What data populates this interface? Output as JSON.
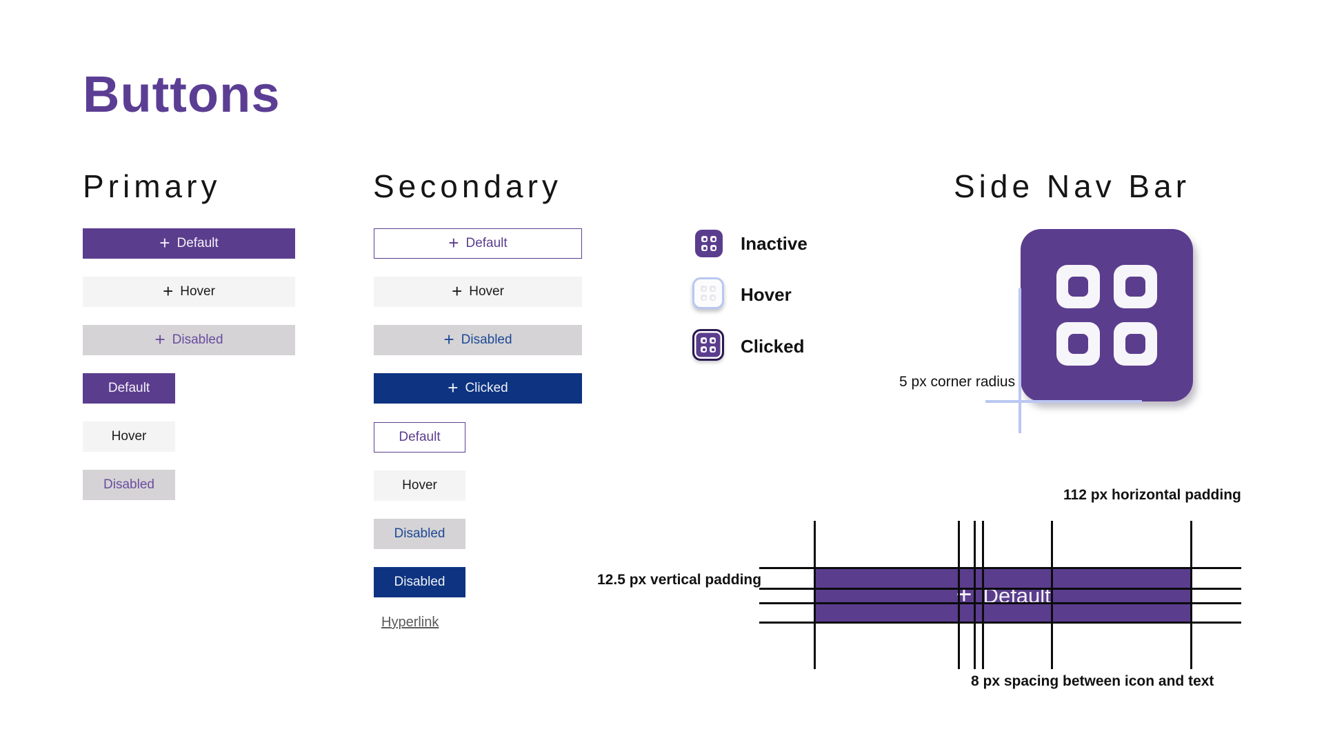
{
  "title": "Buttons",
  "icons": {
    "plus": "+"
  },
  "colors": {
    "title_purple": "#5B3E94",
    "button_purple": "#5B3D8E",
    "navy": "#0D3381",
    "hover_bg": "#F4F4F4",
    "disabled_bg": "#D5D3D5",
    "disabled_purple_text": "#6A4C9F",
    "disabled_navy_text": "#1D4996",
    "guide_blue": "#BAC7F2",
    "hyperlink_gray": "#5A5A5A"
  },
  "primary": {
    "heading": "Primary",
    "buttons": [
      {
        "label": "Default",
        "variant": "purple",
        "size": "large",
        "has_icon": true
      },
      {
        "label": "Hover",
        "variant": "hover",
        "size": "large",
        "has_icon": true
      },
      {
        "label": "Disabled",
        "variant": "disabled-purple",
        "size": "large",
        "has_icon": true
      },
      {
        "label": "Default",
        "variant": "purple",
        "size": "small",
        "has_icon": false
      },
      {
        "label": "Hover",
        "variant": "hover",
        "size": "small",
        "has_icon": false
      },
      {
        "label": "Disabled",
        "variant": "disabled-purple",
        "size": "small",
        "has_icon": false
      }
    ]
  },
  "secondary": {
    "heading": "Secondary",
    "buttons": [
      {
        "label": "Default",
        "variant": "outline-purple",
        "size": "large",
        "has_icon": true
      },
      {
        "label": "Hover",
        "variant": "hover",
        "size": "large",
        "has_icon": true
      },
      {
        "label": "Disabled",
        "variant": "disabled-navy",
        "size": "large",
        "has_icon": true
      },
      {
        "label": "Clicked",
        "variant": "navy",
        "size": "large",
        "has_icon": true
      },
      {
        "label": "Default",
        "variant": "outline-purple",
        "size": "small",
        "has_icon": false
      },
      {
        "label": "Hover",
        "variant": "hover",
        "size": "small",
        "has_icon": false
      },
      {
        "label": "Disabled",
        "variant": "disabled-navy",
        "size": "small",
        "has_icon": false
      },
      {
        "label": "Disabled",
        "variant": "navy",
        "size": "small",
        "has_icon": false
      }
    ],
    "hyperlink": "Hyperlink"
  },
  "side_nav": {
    "heading": "Side Nav Bar",
    "states": [
      {
        "label": "Inactive"
      },
      {
        "label": "Hover"
      },
      {
        "label": "Clicked"
      }
    ],
    "annotations": {
      "corner_radius": "5 px corner radius"
    }
  },
  "diagram": {
    "button_label": "Default",
    "annotations": {
      "horizontal_padding": "112 px horizontal padding",
      "vertical_padding": "12.5 px vertical padding",
      "icon_text_spacing": "8 px spacing between icon and text"
    }
  }
}
